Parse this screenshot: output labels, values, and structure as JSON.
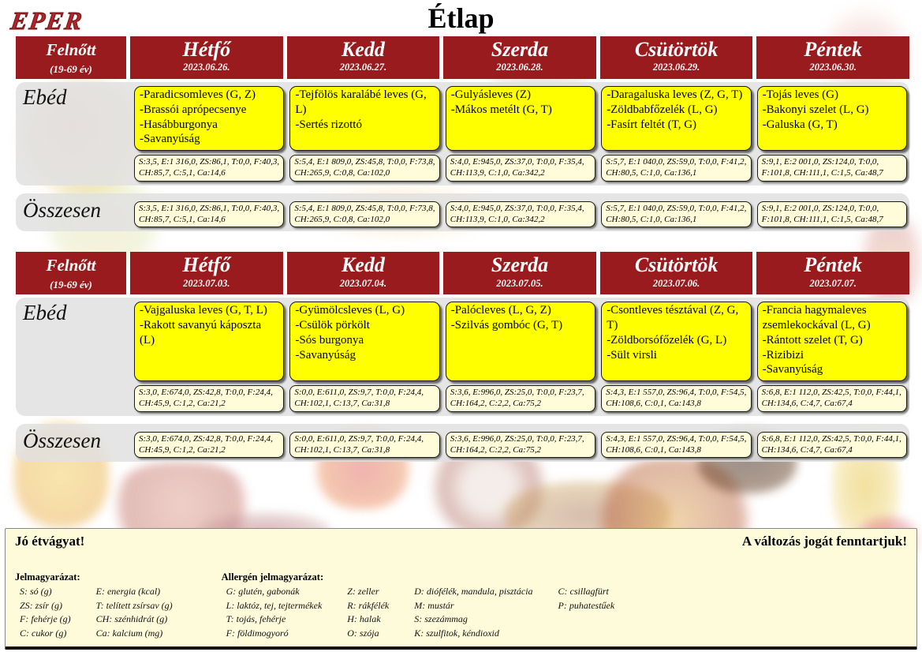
{
  "logo": "EPER",
  "title": "Étlap",
  "corner": {
    "line1": "Felnőtt",
    "line2": "(19-69 év)"
  },
  "colors": {
    "header_red": "#9a1b1e",
    "card_yellow": "#ffff00",
    "strip_cream": "#fffcd9",
    "footer_cream": "#fdfbd9"
  },
  "weeks": [
    {
      "meal_label": "Ebéd",
      "total_label": "Összesen",
      "days": [
        {
          "name": "Hétfő",
          "date": "2023.06.26."
        },
        {
          "name": "Kedd",
          "date": "2023.06.27."
        },
        {
          "name": "Szerda",
          "date": "2023.06.28."
        },
        {
          "name": "Csütörtök",
          "date": "2023.06.29."
        },
        {
          "name": "Péntek",
          "date": "2023.06.30."
        }
      ],
      "menus": [
        "-Paradicsomleves (G, Z)\n-Brassói aprópecsenye\n-Hasábburgonya\n-Savanyúság",
        "-Tejfölös karalábé leves  (G, L)\n-Sertés rizottó",
        "-Gulyásleves (Z)\n-Mákos metélt (G, T)",
        "-Daragaluska leves (Z, G, T)\n-Zöldbabfőzelék (L, G)\n-Fasírt feltét (T, G)",
        "-Tojás leves  (G)\n-Bakonyi szelet (L, G)\n-Galuska (G, T)"
      ],
      "nutrition": [
        "S:3,5, E:1 316,0, ZS:86,1, T:0,0, F:40,3, CH:85,7, C:5,1, Ca:14,6",
        "S:5,4, E:1 809,0, ZS:45,8, T:0,0, F:73,8, CH:265,9, C:0,8, Ca:102,0",
        "S:4,0, E:945,0, ZS:37,0, T:0,0, F:35,4, CH:113,9, C:1,0, Ca:342,2",
        "S:5,7, E:1 040,0, ZS:59,0, T:0,0, F:41,2, CH:80,5, C:1,0, Ca:136,1",
        "S:9,1, E:2 001,0, ZS:124,0, T:0,0, F:101,8, CH:111,1, C:1,5, Ca:48,7"
      ],
      "totals": [
        "S:3,5, E:1 316,0, ZS:86,1, T:0,0, F:40,3, CH:85,7, C:5,1, Ca:14,6",
        "S:5,4, E:1 809,0, ZS:45,8, T:0,0, F:73,8, CH:265,9, C:0,8, Ca:102,0",
        "S:4,0, E:945,0, ZS:37,0, T:0,0, F:35,4, CH:113,9, C:1,0, Ca:342,2",
        "S:5,7, E:1 040,0, ZS:59,0, T:0,0, F:41,2, CH:80,5, C:1,0, Ca:136,1",
        "S:9,1, E:2 001,0, ZS:124,0, T:0,0, F:101,8, CH:111,1, C:1,5, Ca:48,7"
      ]
    },
    {
      "meal_label": "Ebéd",
      "total_label": "Összesen",
      "days": [
        {
          "name": "Hétfő",
          "date": "2023.07.03."
        },
        {
          "name": "Kedd",
          "date": "2023.07.04."
        },
        {
          "name": "Szerda",
          "date": "2023.07.05."
        },
        {
          "name": "Csütörtök",
          "date": "2023.07.06."
        },
        {
          "name": "Péntek",
          "date": "2023.07.07."
        }
      ],
      "menus": [
        "-Vajgaluska leves (G, T, L)\n-Rakott savanyú káposzta (L)",
        "-Gyümölcsleves (L, G)\n-Csülök pörkölt\n-Sós burgonya\n-Savanyúság",
        "-Palócleves (L, G, Z)\n-Szilvás gombóc (G, T)",
        "-Csontleves tésztával (Z, G, T)\n-Zöldborsófőzelék (G, L)\n-Sült virsli",
        "-Francia hagymaleves zsemlekockával (L, G)\n-Rántott szelet (T, G)\n-Rizibizi\n-Savanyúság"
      ],
      "nutrition": [
        "S:3,0, E:674,0, ZS:42,8, T:0,0, F:24,4, CH:45,9, C:1,2, Ca:21,2",
        "S:0,0, E:611,0, ZS:9,7, T:0,0, F:24,4, CH:102,1, C:13,7, Ca:31,8",
        "S:3,6, E:996,0, ZS:25,0, T:0,0, F:23,7, CH:164,2, C:2,2, Ca:75,2",
        "S:4,3, E:1 557,0, ZS:96,4, T:0,0, F:54,5, CH:108,6, C:0,1, Ca:143,8",
        "S:6,8, E:1 112,0, ZS:42,5, T:0,0, F:44,1, CH:134,6, C:4,7, Ca:67,4"
      ],
      "totals": [
        "S:3,0, E:674,0, ZS:42,8, T:0,0, F:24,4, CH:45,9, C:1,2, Ca:21,2",
        "S:0,0, E:611,0, ZS:9,7, T:0,0, F:24,4, CH:102,1, C:13,7, Ca:31,8",
        "S:3,6, E:996,0, ZS:25,0, T:0,0, F:23,7, CH:164,2, C:2,2, Ca:75,2",
        "S:4,3, E:1 557,0, ZS:96,4, T:0,0, F:54,5, CH:108,6, C:0,1, Ca:143,8",
        "S:6,8, E:1 112,0, ZS:42,5, T:0,0, F:44,1, CH:134,6, C:4,7, Ca:67,4"
      ]
    }
  ],
  "footer": {
    "left": "Jó étvágyat!",
    "right": "A változás jogát fenntartjuk!",
    "legend_title": "Jelmagyarázat:",
    "legend_col1": "S: só (g)\nZS: zsír (g)\nF: fehérje (g)\nC: cukor (g)",
    "legend_col2": "E: energia (kcal)\nT: telített zsírsav (g)\nCH: szénhidrát (g)\nCa: kalcium (mg)",
    "allergen_title": "Allergén jelmagyarázat:",
    "allergen_col1": "G: glutén, gabonák\nL: laktóz, tej, tejtermékek\nT: tojás, fehérje\nF: földimogyoró",
    "allergen_col2": "Z: zeller\nR: rákfélék\nH: halak\nO: szója",
    "allergen_col3": "D: diófélék, mandula, pisztácia\nM: mustár\nS: szezámmag\nK: szulfitok, kéndioxid",
    "allergen_col4": "C: csillagfürt\nP: puhatestűek"
  }
}
